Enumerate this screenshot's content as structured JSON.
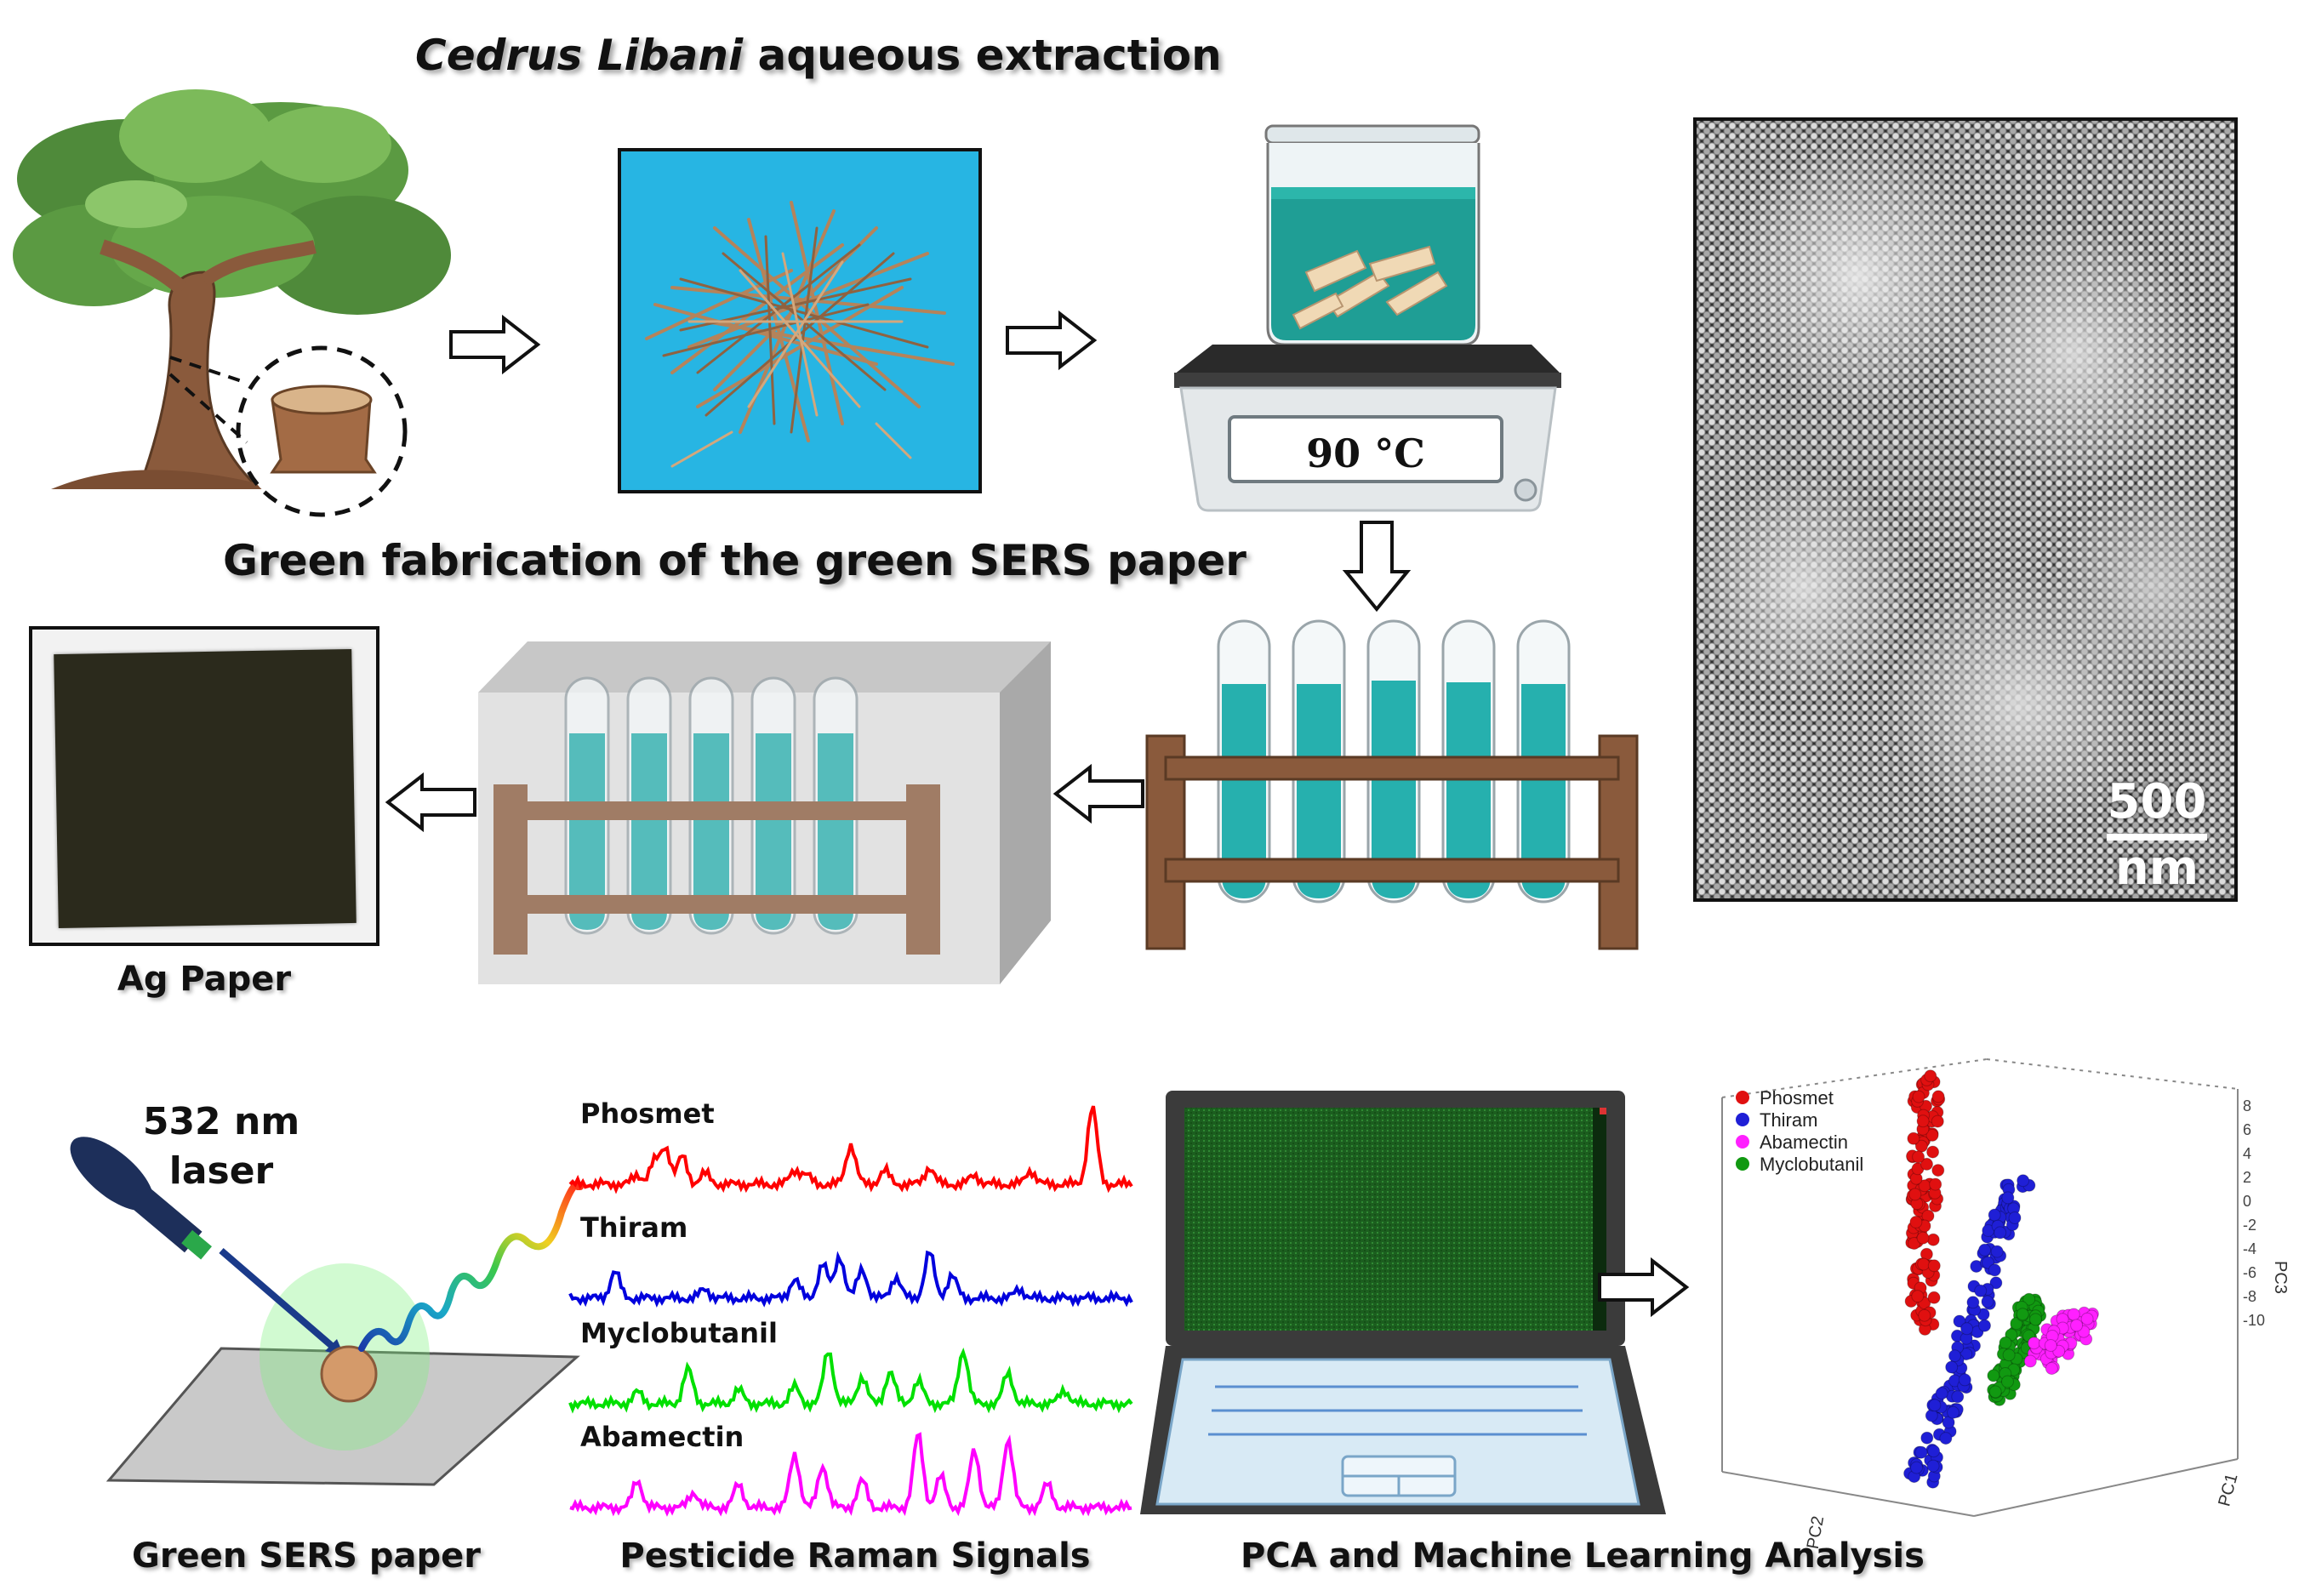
{
  "headings": {
    "extraction_italic": "Cedrus Libani",
    "extraction_rest": " aqueous extraction",
    "fabrication": "Green fabrication of the green SERS paper"
  },
  "hotplate": {
    "temperature": "90 °C"
  },
  "sem": {
    "scale_value": "500",
    "scale_unit": "nm"
  },
  "captions": {
    "ag_paper": "Ag Paper",
    "green_sers_paper": "Green SERS paper",
    "pesticide_signals": "Pesticide  Raman  Signals",
    "pca_ml": "PCA and  Machine  Learning Analysis"
  },
  "laser": {
    "line1": "532 nm",
    "line2": "laser"
  },
  "spectra": [
    {
      "name": "Phosmet",
      "color": "#ff0000"
    },
    {
      "name": "Thiram",
      "color": "#0000dd"
    },
    {
      "name": "Myclobutanil",
      "color": "#00e000"
    },
    {
      "name": "Abamectin",
      "color": "#ff00ff"
    }
  ],
  "pca": {
    "legend": [
      {
        "name": "Phosmet",
        "color": "#e01010"
      },
      {
        "name": "Thiram",
        "color": "#1f1fd6"
      },
      {
        "name": "Abamectin",
        "color": "#ff20ff"
      },
      {
        "name": "Myclobutanil",
        "color": "#119911"
      }
    ],
    "pc3_label": "PC3",
    "pc2_label": "PC2",
    "pc1_label": "PC1",
    "pc3_ticks": [
      "8",
      "6",
      "4",
      "2",
      "0",
      "-2",
      "-4",
      "-6",
      "-8",
      "-10"
    ]
  }
}
